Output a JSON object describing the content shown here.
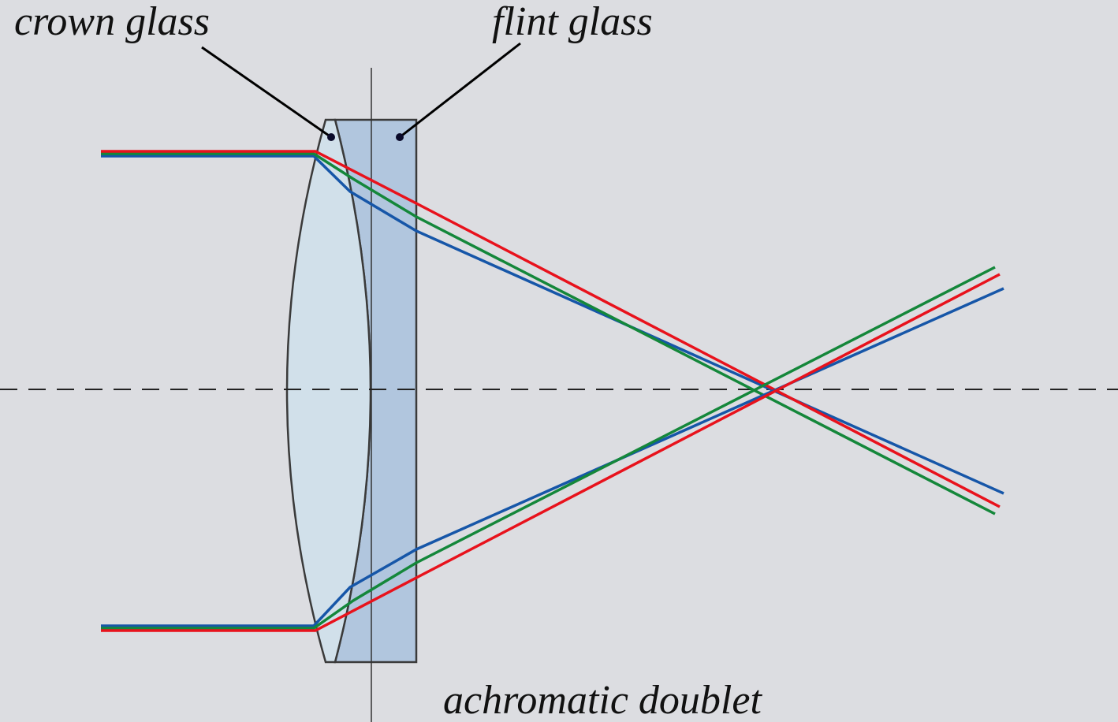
{
  "labels": {
    "crown": "crown glass",
    "flint": "flint glass",
    "caption": "achromatic doublet"
  },
  "colors": {
    "background": "#dcdde1",
    "crown_glass_fill": "#d1e0ea",
    "flint_glass_fill": "#b1c6de",
    "lens_outline": "#3a3a3a",
    "ray_red": "#e8121c",
    "ray_green": "#14873a",
    "ray_blue": "#1656a8",
    "leader_line": "#000000",
    "axis_dash": "#222222"
  },
  "rays": [
    {
      "name": "red"
    },
    {
      "name": "green"
    },
    {
      "name": "blue"
    }
  ]
}
